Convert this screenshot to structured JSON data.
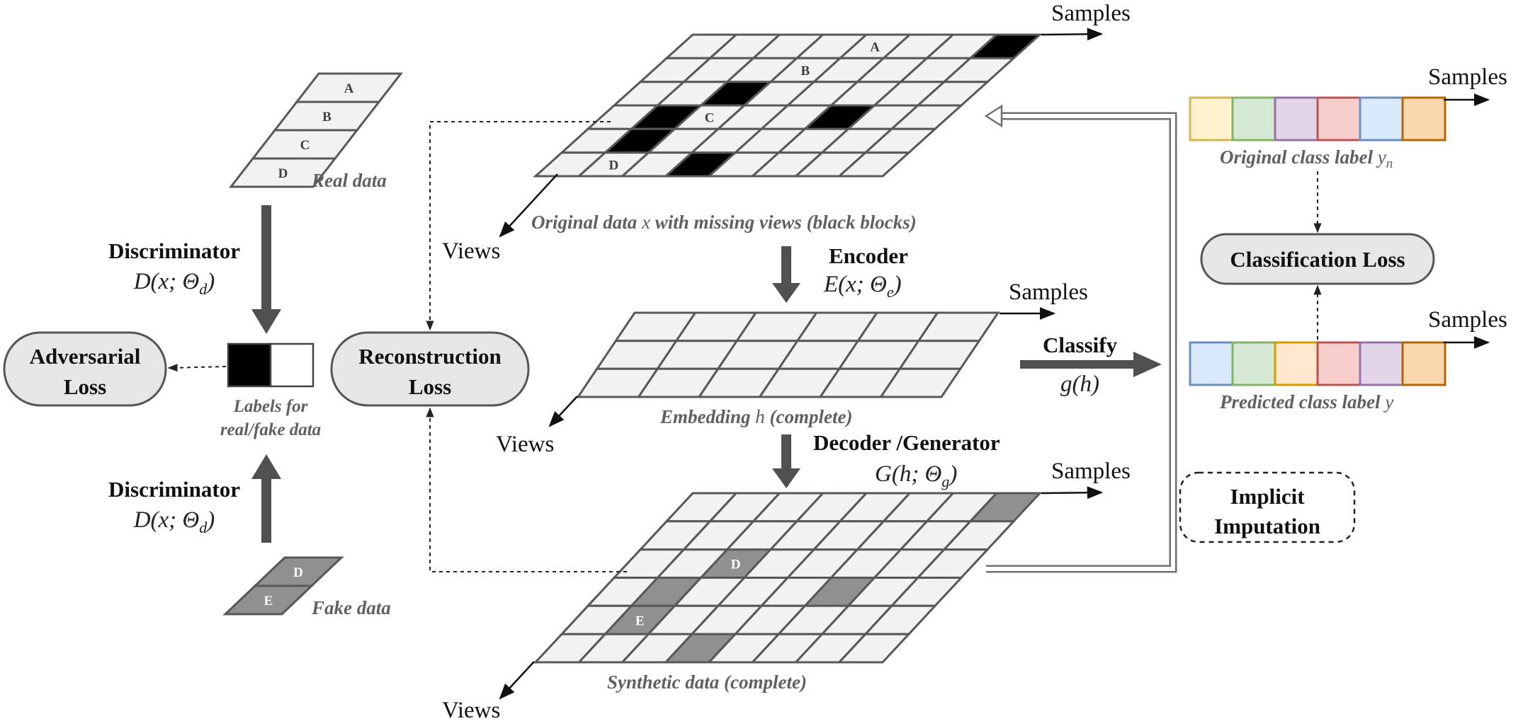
{
  "colors": {
    "grid_line": "#585858",
    "cell_empty": "#f2f2f2",
    "cell_missing": "#000000",
    "cell_synthetic": "#909090",
    "arrow": "#505050",
    "pill_fill": "#e6e6e6",
    "label_colors_original": [
      "#fff2cc",
      "#d5e8d4",
      "#e1d5e7",
      "#f8cecc",
      "#dae8fc",
      "#fad7ac"
    ],
    "label_borders_original": [
      "#d6b656",
      "#82b366",
      "#9673a6",
      "#b85450",
      "#6c8ebf",
      "#b46504"
    ],
    "label_colors_predicted": [
      "#dae8fc",
      "#d5e8d4",
      "#ffe6cc",
      "#f8cecc",
      "#e1d5e7",
      "#fad7ac"
    ],
    "label_borders_predicted": [
      "#6c8ebf",
      "#82b366",
      "#d79b00",
      "#b85450",
      "#9673a6",
      "#b46504"
    ]
  },
  "axes": {
    "samples": "Samples",
    "views": "Views"
  },
  "captions": {
    "original": "Original data",
    "original_var": "x",
    "original_rest": "with missing views (black blocks)",
    "embedding": "Embedding",
    "embedding_var": "h",
    "embedding_rest": "(complete)",
    "synthetic": "Synthetic data (complete)",
    "real_data": "Real data",
    "fake_data": "Fake data",
    "labels_line1": "Labels for",
    "labels_line2": "real/fake data",
    "original_label": "Original class label",
    "original_label_var": "y",
    "original_label_sub": "n",
    "predicted_label": "Predicted class label",
    "predicted_label_var": "y"
  },
  "steps": {
    "encoder": "Encoder",
    "encoder_fn": "E(x; Θ",
    "encoder_sub": "e",
    "decoder": "Decoder /Generator",
    "decoder_fn": "G(h; Θ",
    "decoder_sub": "g",
    "classify": "Classify",
    "classify_fn": "g(h)",
    "discriminator": "Discriminator",
    "discriminator_fn": "D(x; Θ",
    "discriminator_sub": "d"
  },
  "losses": {
    "adversarial_1": "Adversarial",
    "adversarial_2": "Loss",
    "reconstruction_1": "Reconstruction",
    "reconstruction_2": "Loss",
    "classification": "Classification Loss",
    "implicit_1": "Implicit",
    "implicit_2": "Imputation"
  },
  "cell_letters": {
    "original": [
      "A",
      "B",
      "C",
      "D"
    ],
    "real": [
      "A",
      "B",
      "C",
      "D"
    ],
    "synthetic": [
      "D",
      "E"
    ],
    "fake": [
      "D",
      "E"
    ]
  },
  "grids": {
    "original": {
      "rows": 6,
      "cols": 8,
      "missing": [
        [
          0,
          7
        ],
        [
          2,
          2
        ],
        [
          3,
          1
        ],
        [
          3,
          5
        ],
        [
          4,
          1
        ],
        [
          5,
          3
        ]
      ],
      "letters": [
        [
          0,
          4,
          "A"
        ],
        [
          1,
          3,
          "B"
        ],
        [
          3,
          2,
          "C"
        ],
        [
          5,
          1,
          "D"
        ]
      ]
    },
    "embedding": {
      "rows": 3,
      "cols": 6
    },
    "synthetic": {
      "rows": 6,
      "cols": 8,
      "filled": [
        [
          0,
          7
        ],
        [
          2,
          2
        ],
        [
          3,
          1
        ],
        [
          3,
          5
        ],
        [
          4,
          1
        ],
        [
          5,
          3
        ]
      ],
      "letters": [
        [
          2,
          2,
          "D"
        ],
        [
          4,
          1,
          "E"
        ]
      ]
    }
  }
}
